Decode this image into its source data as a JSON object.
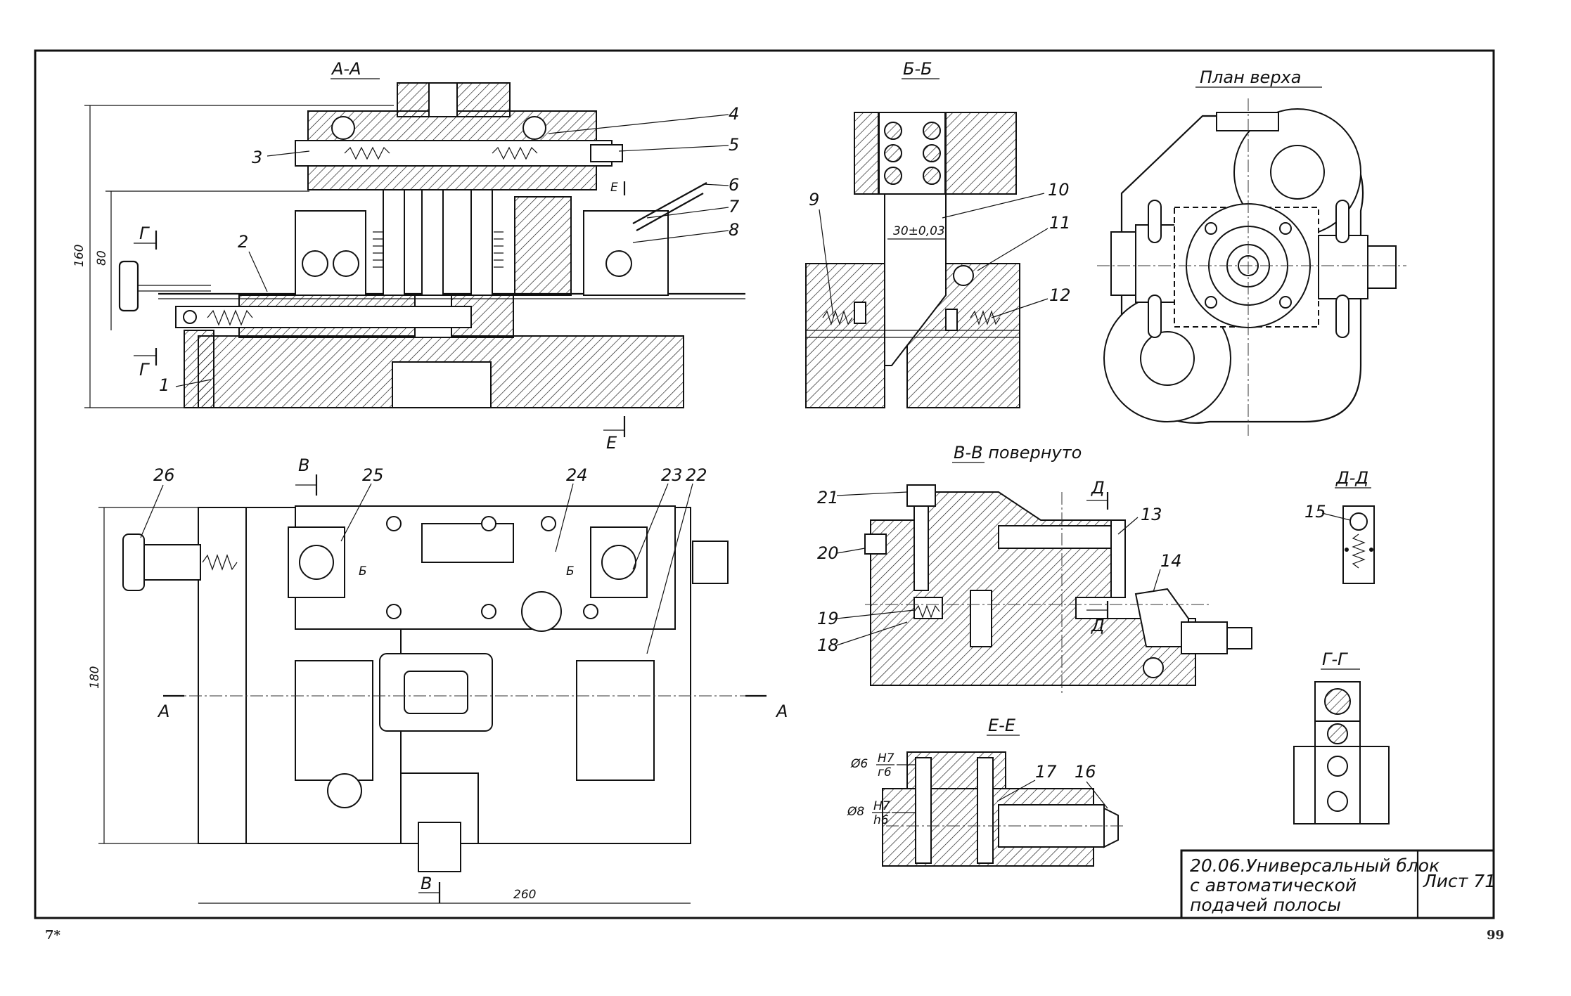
{
  "drawing": {
    "sections": {
      "a_a": "А-А",
      "b_b": "Б-Б",
      "plan": "План верха",
      "v_v": "В-В повернуто",
      "d_d": "Д-Д",
      "g_g": "Г-Г",
      "e_e": "Е-Е"
    },
    "cut_marks": {
      "g": "Г",
      "e": "Е",
      "v": "В",
      "b": "Б",
      "a": "А",
      "d": "Д"
    },
    "callouts": [
      "1",
      "2",
      "3",
      "4",
      "5",
      "6",
      "7",
      "8",
      "9",
      "10",
      "11",
      "12",
      "13",
      "14",
      "15",
      "16",
      "17",
      "18",
      "19",
      "20",
      "21",
      "22",
      "23",
      "24",
      "25",
      "26"
    ],
    "dimensions": {
      "h160": "160",
      "h80": "80",
      "h180": "180",
      "w260": "260",
      "tol30": "30±0,03",
      "fit_top_d": "Ø6",
      "fit_top_num": "H7",
      "fit_top_den": "г6",
      "fit_bot_d": "Ø8",
      "fit_bot_num": "H7",
      "fit_bot_den": "h6"
    }
  },
  "title_block": {
    "line1": "20.06.Универсальный блок",
    "line2": "с автоматической",
    "line3": "подачей полосы",
    "sheet": "Лист 71"
  },
  "page_marks": {
    "left": "7*",
    "right": "99"
  }
}
